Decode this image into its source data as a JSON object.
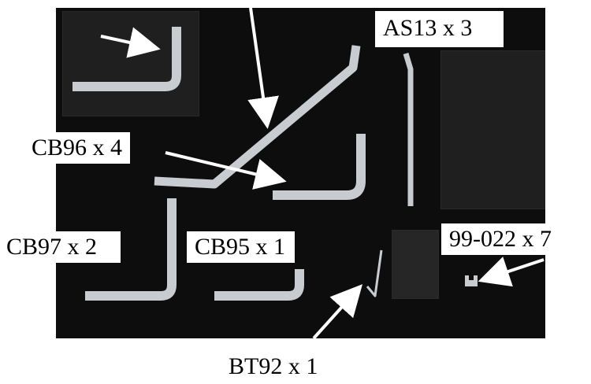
{
  "labels": {
    "as13": "AS13 x 3",
    "cb96": "CB96 x 4",
    "cb97": "CB97 x 2",
    "cb95": "CB95 x 1",
    "p99022": "99-022 x 7",
    "bt92": "BT92 x 1"
  },
  "colors": {
    "background": "#0d0d0d",
    "metal": "#c8ccd0",
    "metal_edge": "#9aa0a6",
    "arrow": "#ffffff"
  }
}
